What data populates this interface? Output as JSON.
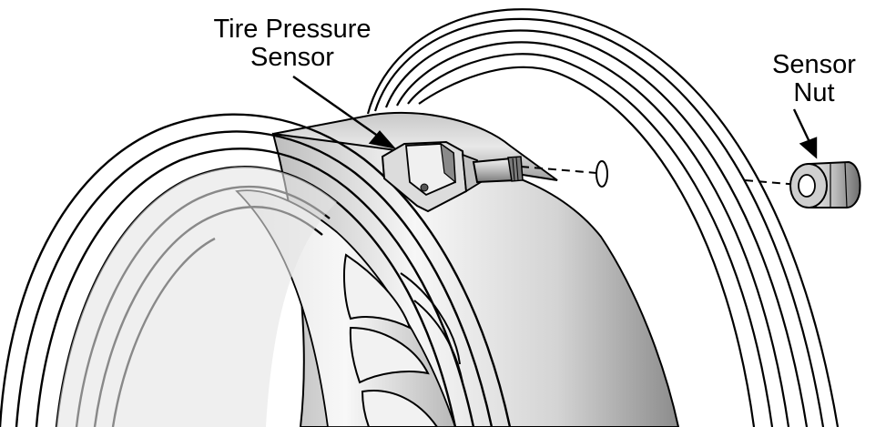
{
  "labels": {
    "tire_pressure_sensor": [
      "Tire Pressure",
      "Sensor"
    ],
    "sensor_nut": [
      "Sensor",
      "Nut"
    ]
  },
  "colors": {
    "outline": "#000000",
    "background": "#ffffff",
    "barrel_light": "#f4f4f4",
    "barrel_dark": "#9a9a9a",
    "sensor_body": "#d6d6d6"
  }
}
